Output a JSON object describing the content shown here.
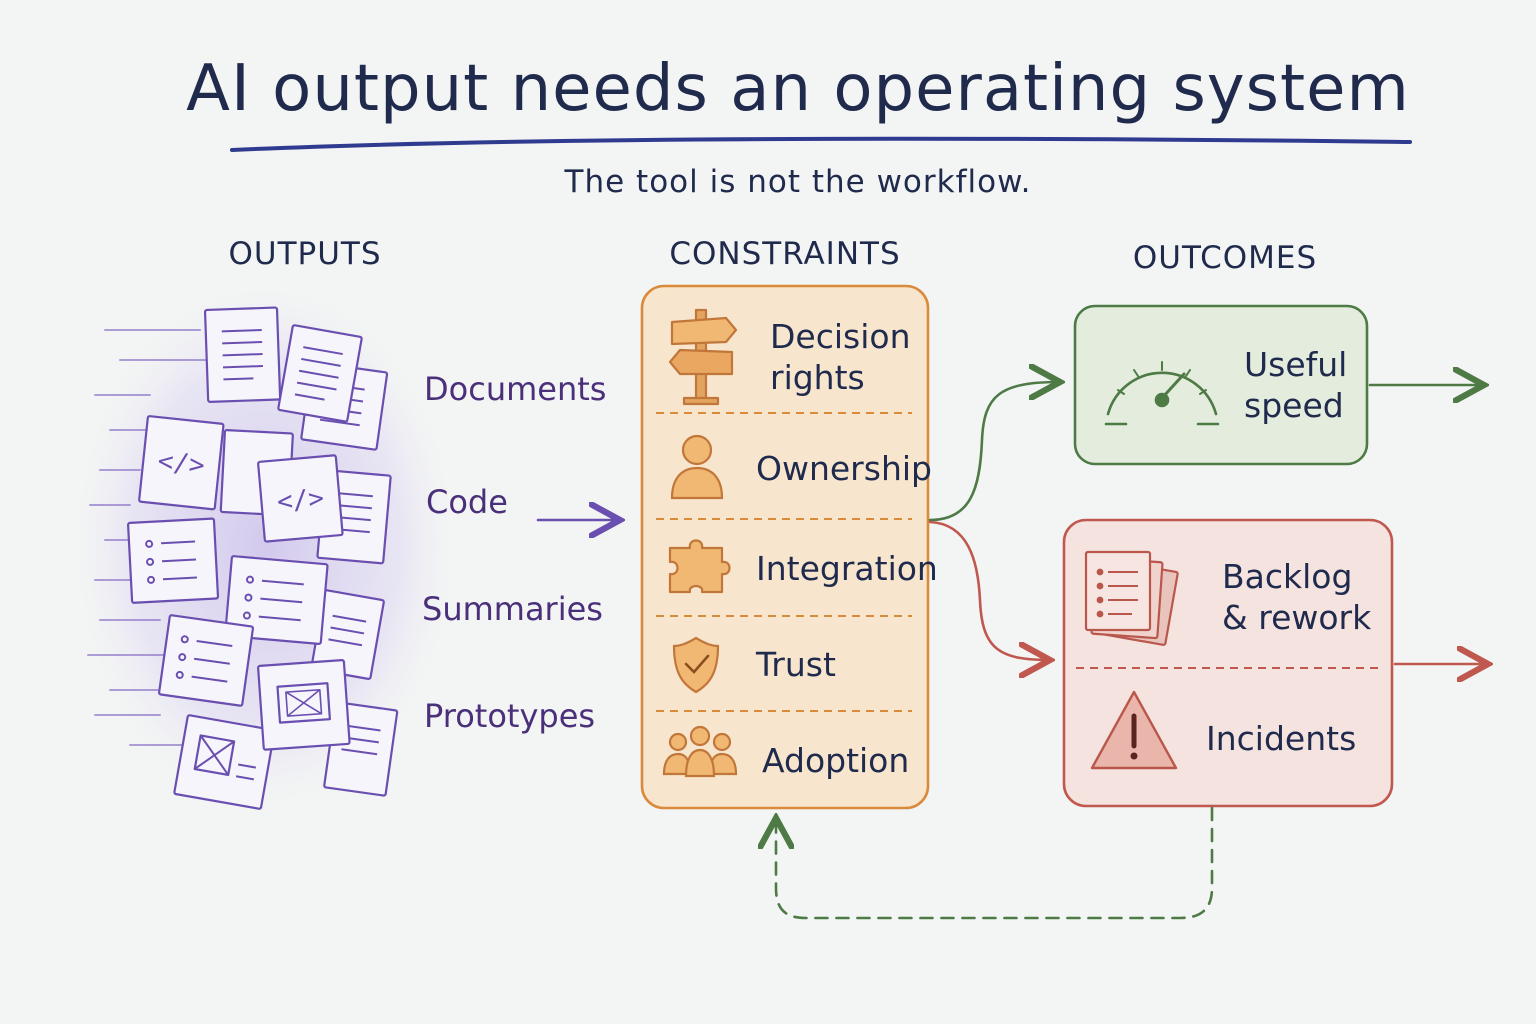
{
  "title": "AI output needs an operating system",
  "subtitle": "The tool is not the workflow.",
  "columns": {
    "outputs": "OUTPUTS",
    "constraints": "CONSTRAINTS",
    "outcomes": "OUTCOMES"
  },
  "outputs": [
    "Documents",
    "Code",
    "Summaries",
    "Prototypes"
  ],
  "constraints": [
    {
      "label": "Decision rights",
      "icon": "signpost-icon"
    },
    {
      "label": "Ownership",
      "icon": "person-icon"
    },
    {
      "label": "Integration",
      "icon": "puzzle-icon"
    },
    {
      "label": "Trust",
      "icon": "shield-check-icon"
    },
    {
      "label": "Adoption",
      "icon": "group-icon"
    }
  ],
  "outcomes": {
    "good": {
      "label": "Useful speed",
      "icon": "speedometer-icon"
    },
    "bad": [
      {
        "label": "Backlog & rework",
        "icon": "document-stack-icon"
      },
      {
        "label": "Incidents",
        "icon": "warning-icon"
      }
    ]
  },
  "colors": {
    "outputs": "#6a4fb0",
    "constraints": "#d98a3a",
    "good": "#4e7a45",
    "bad": "#c0584f",
    "ink": "#1f2a4d"
  }
}
